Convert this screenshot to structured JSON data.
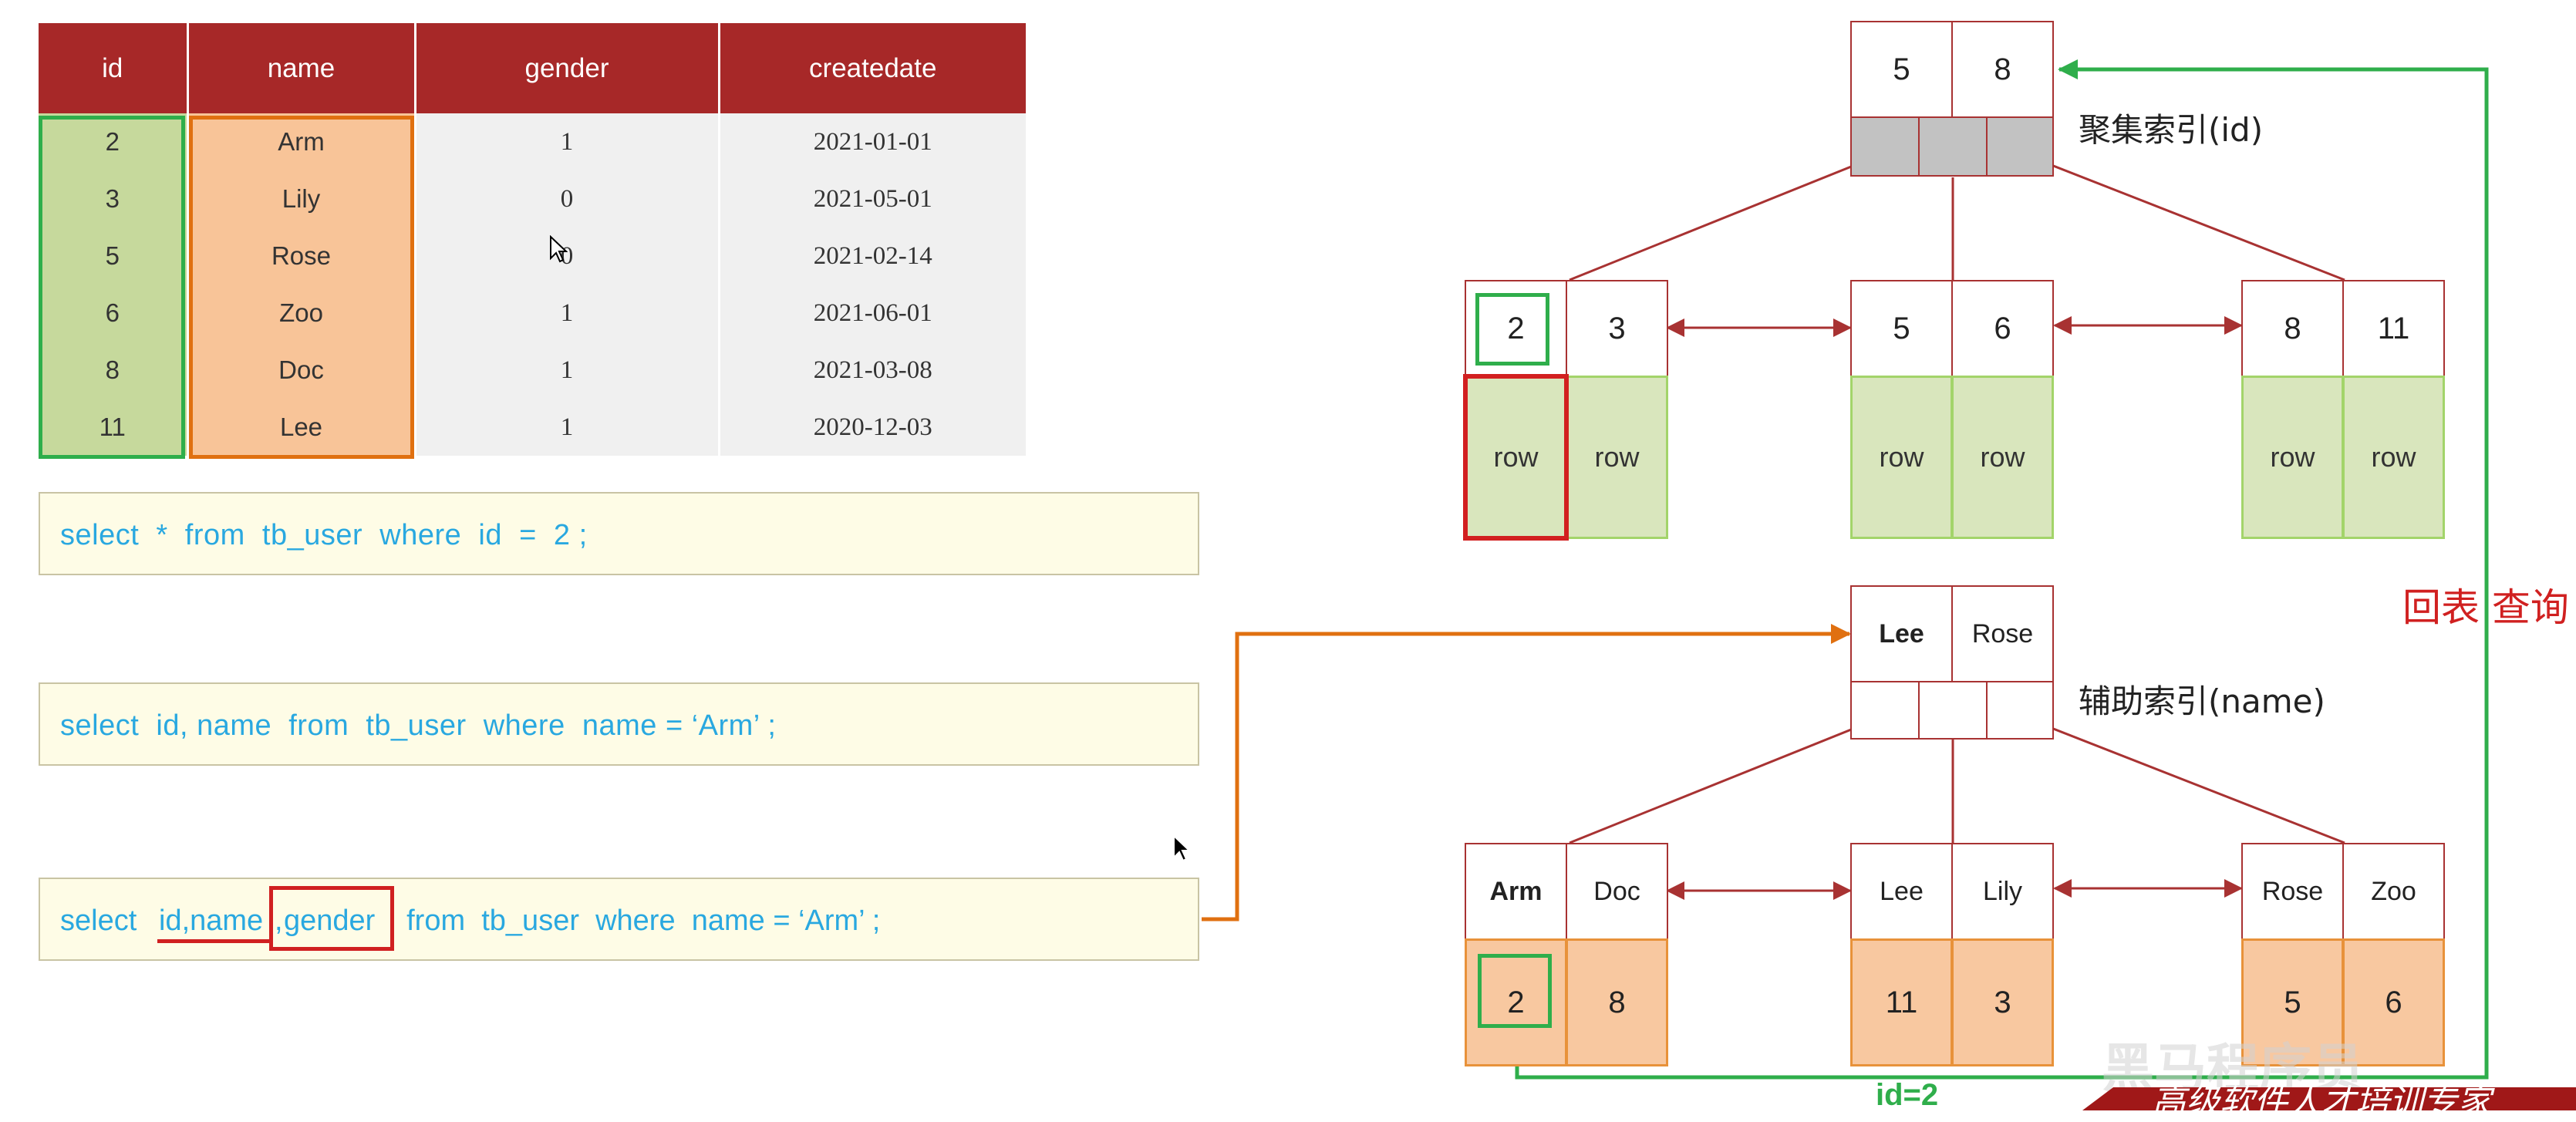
{
  "table": {
    "columns": [
      "id",
      "name",
      "gender",
      "createdate"
    ],
    "rows": [
      [
        "2",
        "Arm",
        "1",
        "2021-01-01"
      ],
      [
        "3",
        "Lily",
        "0",
        "2021-05-01"
      ],
      [
        "5",
        "Rose",
        "0",
        "2021-02-14"
      ],
      [
        "6",
        "Zoo",
        "1",
        "2021-06-01"
      ],
      [
        "8",
        "Doc",
        "1",
        "2021-03-08"
      ],
      [
        "11",
        "Lee",
        "1",
        "2020-12-03"
      ]
    ]
  },
  "sql": {
    "q1": "select  *  from  tb_user  where  id  =  2 ;",
    "q2": "select  id, name  from  tb_user  where  name = ‘Arm’ ;",
    "q3_prefix": "select  ",
    "q3_idname": "id,name",
    "q3_comma": ",",
    "q3_gender": "gender",
    "q3_suffix": "  from  tb_user  where  name = ‘Arm’ ;"
  },
  "clustered_index": {
    "label": "聚集索引(id)",
    "root_keys": [
      "5",
      "8"
    ],
    "leaves": [
      {
        "keys": [
          "2",
          "3"
        ],
        "rows": [
          "row",
          "row"
        ]
      },
      {
        "keys": [
          "5",
          "6"
        ],
        "rows": [
          "row",
          "row"
        ]
      },
      {
        "keys": [
          "8",
          "11"
        ],
        "rows": [
          "row",
          "row"
        ]
      }
    ]
  },
  "secondary_index": {
    "label": "辅助索引(name)",
    "root_keys": [
      "Lee",
      "Rose"
    ],
    "leaves": [
      {
        "keys": [
          "Arm",
          "Doc"
        ],
        "values": [
          "2",
          "8"
        ]
      },
      {
        "keys": [
          "Lee",
          "Lily"
        ],
        "values": [
          "11",
          "3"
        ]
      },
      {
        "keys": [
          "Rose",
          "Zoo"
        ],
        "values": [
          "5",
          "6"
        ]
      }
    ]
  },
  "annotations": {
    "back_lookup": "回表 查询",
    "id_eq": "id=2"
  },
  "watermark": {
    "text": "黑马程序员",
    "banner": "高级软件人才培训专家"
  },
  "colors": {
    "header_red": "#a72828",
    "node_border": "#a83232",
    "highlight_green": "#2fae4b",
    "highlight_orange": "#e07010",
    "highlight_red": "#d22020",
    "sql_blue": "#29a8e0"
  }
}
